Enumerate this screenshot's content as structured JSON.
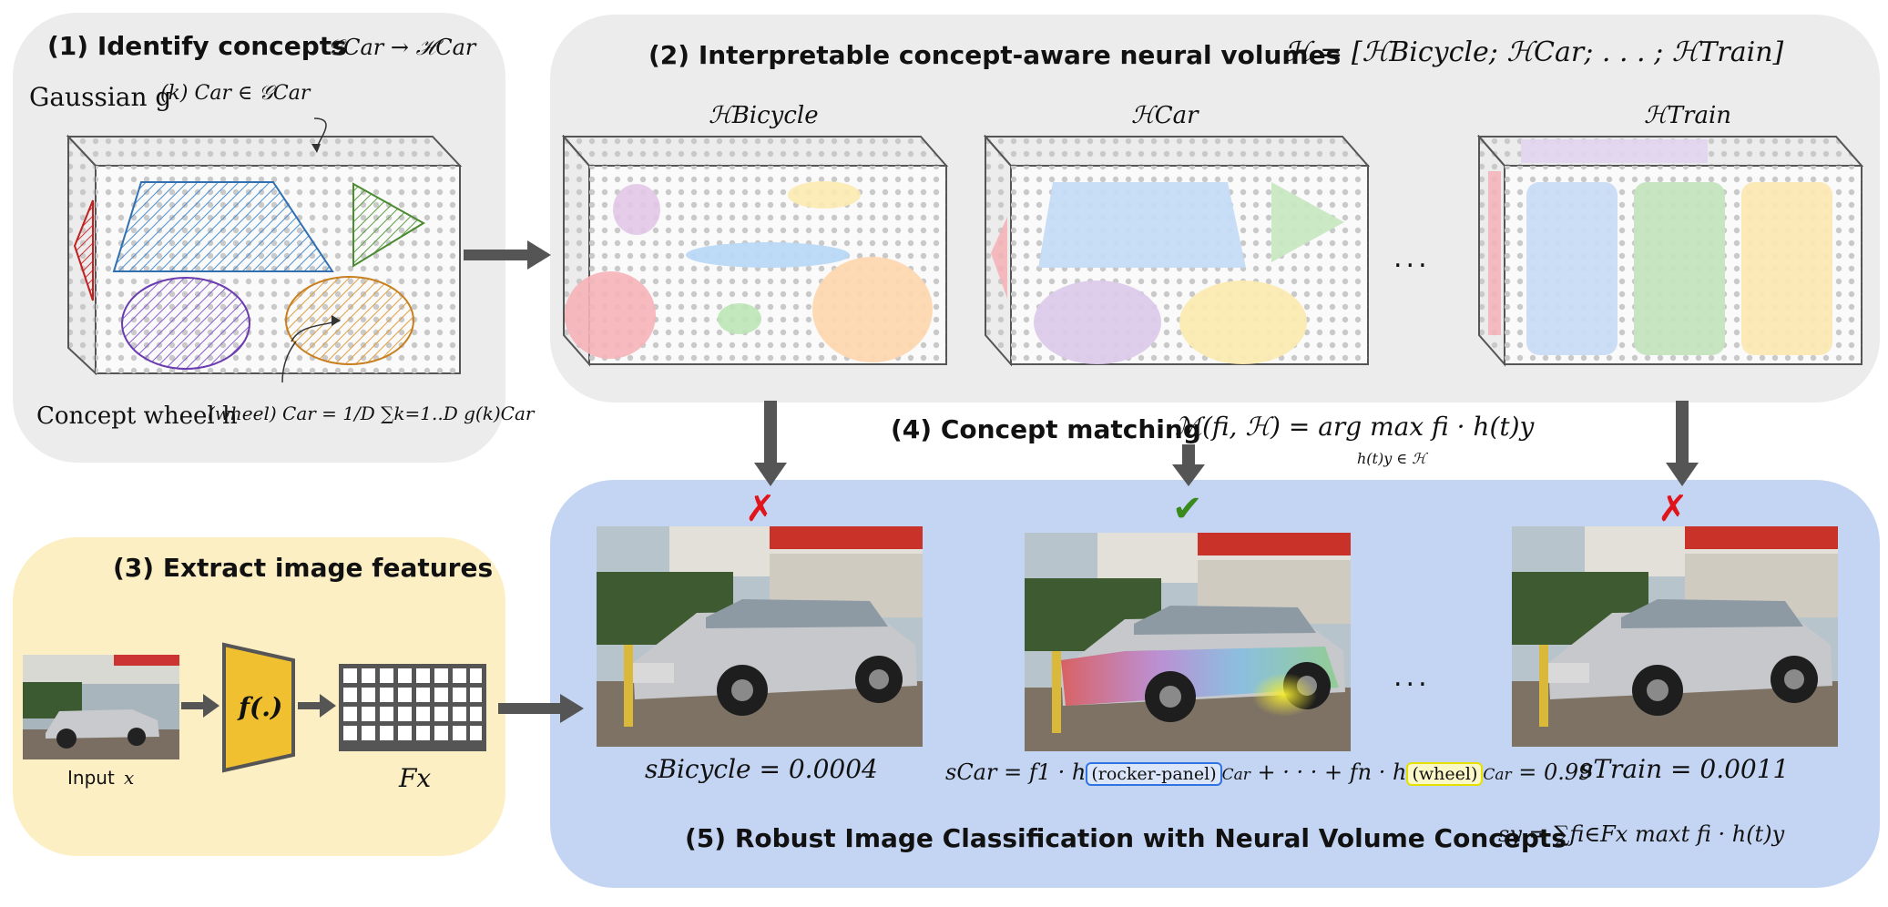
{
  "panel1": {
    "title": "(1) Identify concepts",
    "title_math": "𝒢Car → ℋCar",
    "gaussian_label": "Gaussian g",
    "gaussian_math": "(k) Car ∈ 𝒢Car",
    "concept_label": "Concept wheel h",
    "concept_math": "(wheel) Car = 1/D ∑k=1..D g(k)Car"
  },
  "panel2": {
    "title": "(2) Interpretable concept-aware neural volumes",
    "title_math": "ℋ = [ℋBicycle; ℋCar; . . . ; ℋTrain]",
    "volumes": [
      {
        "label": "ℋBicycle"
      },
      {
        "label": "ℋCar"
      },
      {
        "label": "ℋTrain"
      }
    ],
    "ellipsis": "..."
  },
  "panel3": {
    "title": "(3) Extract image features",
    "input_label": "Input",
    "input_var": "x",
    "encoder_label": "f(.)",
    "features_label": "Fx"
  },
  "panel4": {
    "title": "(4) Concept matching",
    "formula": "ℳ(fi, ℋ) = arg max fi · h(t)y",
    "subscript": "h(t)y ∈ ℋ"
  },
  "panel5": {
    "title": "(5) Robust Image Classification with Neural Volume Concepts",
    "formula": "sy = ∑fi∈Fx maxt fi · h(t)y",
    "marks": [
      {
        "symbol": "✗",
        "color": "#e0151b"
      },
      {
        "symbol": "✔",
        "color": "#3a8a1c"
      },
      {
        "symbol": "✗",
        "color": "#e0151b"
      }
    ],
    "scores": [
      {
        "text": "sBicycle = 0.0004"
      },
      {
        "text_a": "sCar = f1 · h",
        "tag_a": "(rocker-panel)",
        "sub_a": "Car",
        "text_b": " + · · · + fn · h",
        "tag_b": "(wheel)",
        "sub_b": "Car",
        "text_c": " = 0.99"
      },
      {
        "text": "sTrain = 0.0011"
      }
    ],
    "ellipsis": "..."
  }
}
